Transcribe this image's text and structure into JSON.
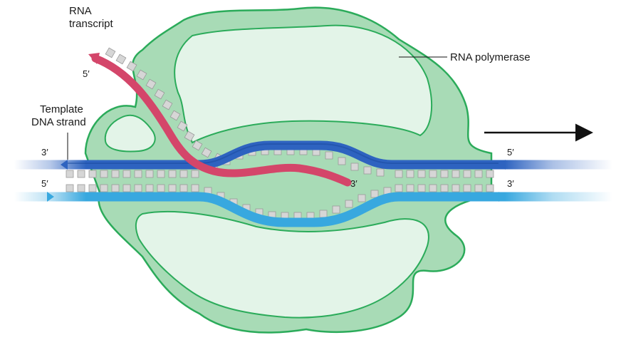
{
  "diagram": {
    "labels": {
      "rna_transcript": [
        "RNA",
        "transcript"
      ],
      "rna_polymerase": "RNA polymerase",
      "template_strand": [
        "Template",
        "DNA strand"
      ]
    },
    "strand_ends": {
      "template_left": "3′",
      "template_right": "5′",
      "coding_left": "5′",
      "coding_right": "3′",
      "rna_start": "5′",
      "rna_end": "3′"
    },
    "arrow_direction": "right",
    "colors": {
      "polymerase_fill": "#a8dbb6",
      "polymerase_outline": "#2bab5a",
      "polymerase_inner": "#e3f4e8",
      "template_strand": "#2e63c0",
      "coding_strand": "#38a8df",
      "rna_strand": "#d4466a",
      "base": "#d6d6d6",
      "arrow": "#111111"
    }
  }
}
